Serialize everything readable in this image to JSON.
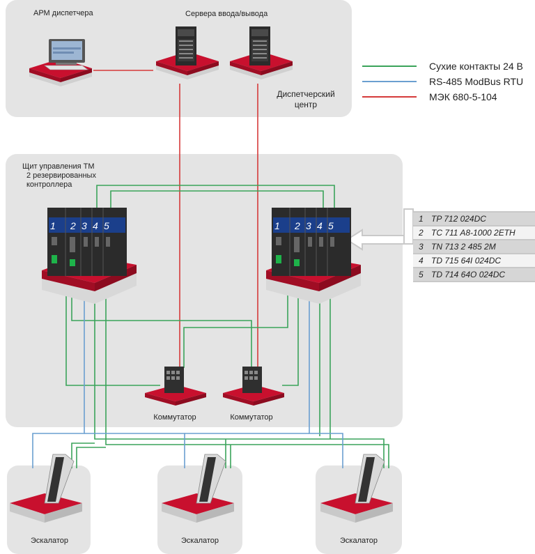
{
  "dispatch_center": {
    "workstation_label": "АРМ диспетчера",
    "servers_label": "Сервера ввода/вывода",
    "center_label_line1": "Диспетчерский",
    "center_label_line2": "центр"
  },
  "legend": [
    {
      "label": "Сухие контакты 24 В",
      "color": "#3aa35a"
    },
    {
      "label": "RS-485 ModBus RTU",
      "color": "#6a9fd0"
    },
    {
      "label": "МЭК 680-5-104",
      "color": "#d53a3a"
    }
  ],
  "control_panel": {
    "label_line1": "Щит управления ТМ",
    "label_line2": "2 резервированных",
    "label_line3": "контроллера",
    "module_numbers": [
      "1",
      "2",
      "3",
      "4",
      "5"
    ]
  },
  "modules_table": [
    {
      "num": "1",
      "code": "TP 712 024DC"
    },
    {
      "num": "2",
      "code": "TC 711 A8-1000 2ETH"
    },
    {
      "num": "3",
      "code": "TN 713 2 485 2M"
    },
    {
      "num": "4",
      "code": "TD 715 64I 024DC"
    },
    {
      "num": "5",
      "code": "TD 714 64O 024DC"
    }
  ],
  "switches": [
    {
      "label": "Коммутатор"
    },
    {
      "label": "Коммутатор"
    }
  ],
  "escalators": [
    {
      "label": "Эскалатор"
    },
    {
      "label": "Эскалатор"
    },
    {
      "label": "Эскалатор"
    }
  ],
  "colors": {
    "panel_bg": "#e4e4e4",
    "base_red": "#c8102e",
    "equipment_dark": "#2b2b2b",
    "module_blue": "#1b3f8b"
  }
}
